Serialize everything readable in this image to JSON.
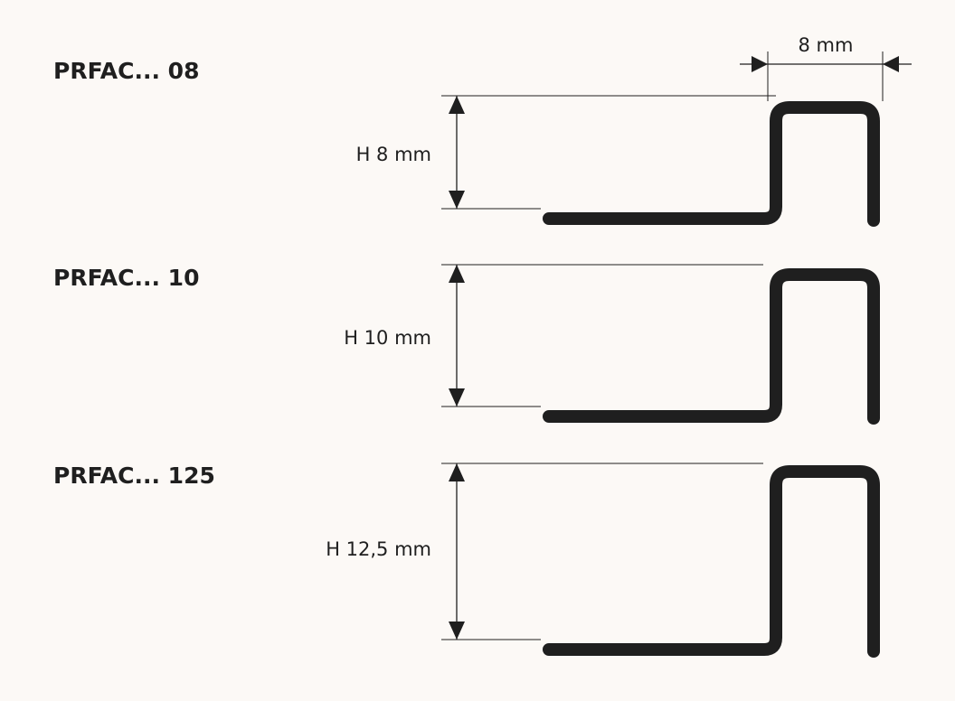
{
  "width_dimension": {
    "label": "8 mm"
  },
  "profiles": [
    {
      "code": "PRFAC... 08",
      "height_label": "H 8 mm"
    },
    {
      "code": "PRFAC... 10",
      "height_label": "H 10 mm"
    },
    {
      "code": "PRFAC... 125",
      "height_label": "H 12,5 mm"
    }
  ],
  "colors": {
    "ink": "#1f1f1f",
    "background": "#fcf9f6"
  }
}
